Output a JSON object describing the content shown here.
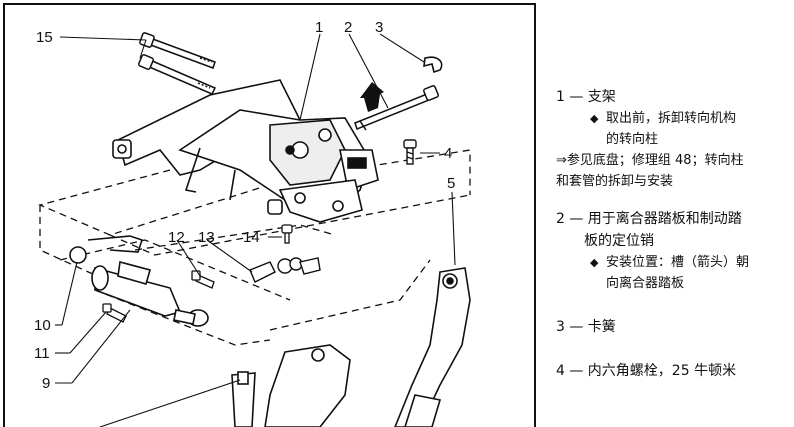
{
  "figure": {
    "callouts": [
      "1",
      "2",
      "3",
      "4",
      "5",
      "9",
      "10",
      "11",
      "12",
      "13",
      "14",
      "15"
    ]
  },
  "legend": {
    "item1": {
      "label": "1 — 支架",
      "sub_line1": "取出前，拆卸转向机构",
      "sub_line2": "的转向柱",
      "note_line1": "⇒参见底盘；修理组 48；转向柱",
      "note_line2": "和套管的拆卸与安装"
    },
    "item2": {
      "label_line1": "2 — 用于离合器踏板和制动踏",
      "label_line2": "板的定位销",
      "sub_line1": "安装位置：槽（箭头）朝",
      "sub_line2": "向离合器踏板"
    },
    "item3": {
      "label": "3 — 卡簧"
    },
    "item4": {
      "label": "4 — 内六角螺栓，25 牛顿米"
    }
  }
}
